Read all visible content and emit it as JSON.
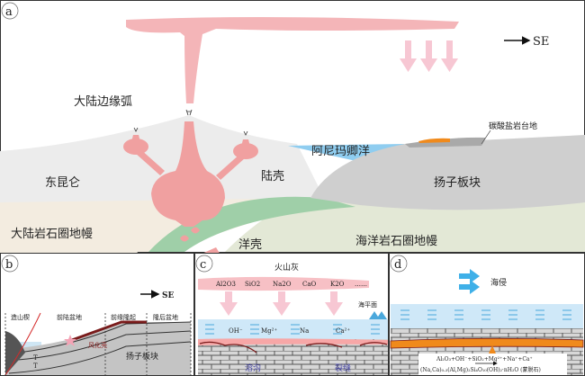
{
  "panel_a": {
    "label": "a",
    "direction": "SE",
    "continental_arc": "大陆边缘弧",
    "east_kunlun": "东昆仑",
    "continental_crust": "陆壳",
    "continental_mantle": "大陆岩石圈地幔",
    "oceanic_crust": "洋壳",
    "oceanic_mantle": "海洋岩石圈地幔",
    "animaqing_ocean": "阿尼玛卿洋",
    "yangtze_block": "扬子板块",
    "carbonate_platform": "碳酸盐岩台地"
  },
  "panel_b": {
    "label": "b",
    "direction": "SE",
    "orogenic_wedge": "造山楔",
    "foreland_basin": "前陆盆地",
    "forebulge": "前缘隆起",
    "backbulge_basin": "隆后盆地",
    "yangtze_block": "扬子板块",
    "weathering": "风化壳",
    "t1": "T",
    "t2": "T"
  },
  "panel_c": {
    "label": "c",
    "volcanic_ash": "火山灰",
    "oxides": [
      "Al2O3",
      "SiO2",
      "Na2O",
      "CaO",
      "K2O",
      "……"
    ],
    "ions": [
      "OH⁻",
      "Mg²⁺",
      "Na",
      "Ca²⁺"
    ],
    "sea_level": "海平面",
    "karst_groove": "溶沟",
    "fracture": "裂缝"
  },
  "panel_d": {
    "label": "d",
    "transgression": "海侵",
    "reactants": "Al₂O₃+OH⁻+SiO₂+Mg²⁺+Na⁺+Ca⁺",
    "product": "(Na,Ca)₀.₃(Al,Mg)₂Si₄O₁₀(OH)₂·nH₂O (蒙脱石)"
  },
  "colors": {
    "magma": "#f0a0a0",
    "crust": "#ececec",
    "mantle_cont": "#f3ece0",
    "oceanic_crust": "#9fcfa8",
    "oceanic_mantle": "#e3e8d6",
    "ocean": "#8fcdf0",
    "yangtze": "#cfcfcf",
    "orange": "#f08a1c",
    "dark_red": "#7a1b1b"
  }
}
